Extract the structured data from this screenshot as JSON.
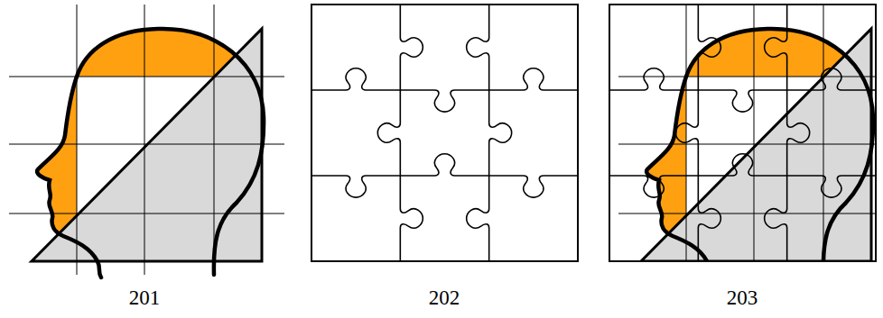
{
  "diagram": {
    "labels": [
      "201",
      "202",
      "203"
    ]
  }
}
